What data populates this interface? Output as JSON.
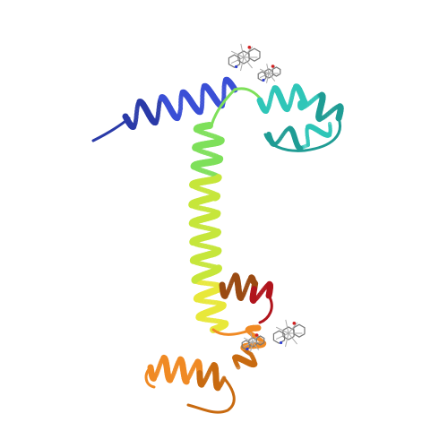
{
  "image": {
    "background": "#ffffff",
    "palette": {
      "blue": "#3a4fd6",
      "blue_dark": "#2a3aa8",
      "teal": "#2fc6b8",
      "teal_dark": "#1f9c94",
      "green": "#7ee05a",
      "yellow_green": "#c6e63a",
      "yellow": "#e8e83a",
      "orange": "#f08a24",
      "orange_dark": "#c86a10",
      "brown": "#9a4a12",
      "red": "#b0141c",
      "ligand": "#777777",
      "ligand_light": "#aaaaaa"
    },
    "segments": [
      {
        "name": "n-terminal-tail",
        "color": "blue_dark"
      },
      {
        "name": "helix-1",
        "color": "blue"
      },
      {
        "name": "helix-2",
        "color": "teal"
      },
      {
        "name": "central-helix",
        "color": "yellow_green"
      },
      {
        "name": "lower-helix",
        "color": "orange"
      },
      {
        "name": "c-terminal-helix",
        "color": "red"
      }
    ],
    "ligands": [
      {
        "name": "upper-ligand"
      },
      {
        "name": "lower-ligand"
      }
    ]
  }
}
